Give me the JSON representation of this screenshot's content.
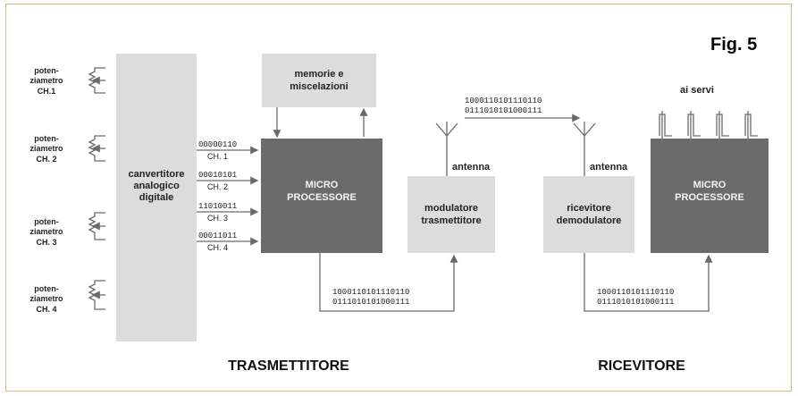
{
  "figure_label": "Fig. 5",
  "potentiometers": [
    {
      "line1": "poten-",
      "line2": "ziametro",
      "channel": "CH.1"
    },
    {
      "line1": "poten-",
      "line2": "ziametro",
      "channel": "CH. 2"
    },
    {
      "line1": "poten-",
      "line2": "ziametro",
      "channel": "CH. 3"
    },
    {
      "line1": "poten-",
      "line2": "ziametro",
      "channel": "CH. 4"
    }
  ],
  "converter": {
    "line1": "canvertitore",
    "line2": "analogico",
    "line3": "digitale"
  },
  "channel_codes": [
    {
      "code": "00000110",
      "label": "CH. 1"
    },
    {
      "code": "00010101",
      "label": "CH. 2"
    },
    {
      "code": "11010011",
      "label": "CH. 3"
    },
    {
      "code": "00011011",
      "label": "CH. 4"
    }
  ],
  "memory": {
    "line1": "memorie  e",
    "line2": "miscelazioni"
  },
  "tx_micro": {
    "line1": "MICRO",
    "line2": "PROCESSORE"
  },
  "modulator": {
    "line1": "modulatore",
    "line2": "trasmettitore"
  },
  "receiver_box": {
    "line1": "ricevitore",
    "line2": "demodulatore"
  },
  "rx_micro": {
    "line1": "MICRO",
    "line2": "PROCESSORE"
  },
  "antenna_label": "antenna",
  "servo_label": "ai  servi",
  "air_code": {
    "line1": "1000110101110110",
    "line2": "0111010101000111"
  },
  "tx_bus_code": {
    "line1": "1000110101110110",
    "line2": "0111010101000111"
  },
  "rx_bus_code": {
    "line1": "1000110101110110",
    "line2": "0111010101000111"
  },
  "sections": {
    "tx": "TRASMETTITORE",
    "rx": "RICEVITORE"
  },
  "colors": {
    "light_box": "#dcdcdc",
    "dark_box": "#6b6b6b",
    "frame": "#d9b77a"
  }
}
